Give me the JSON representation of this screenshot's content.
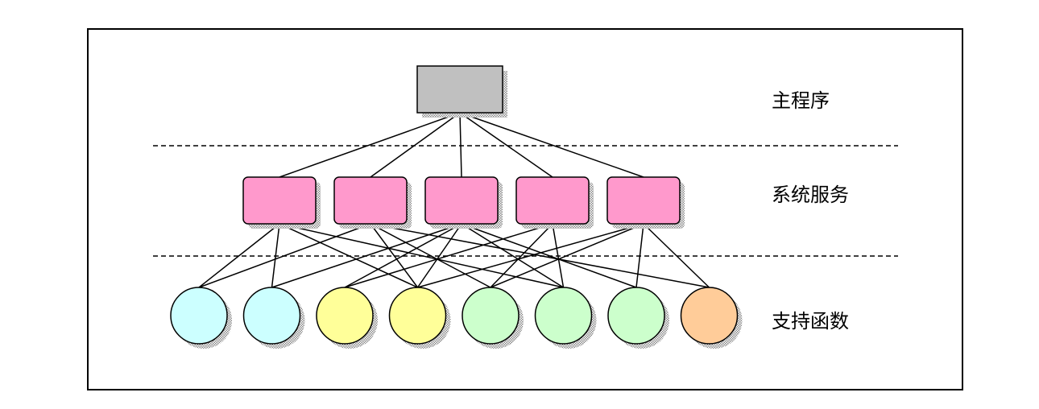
{
  "labels": {
    "main_program": "主程序",
    "system_services": "系统服务",
    "support_functions": "支持函数"
  },
  "colors": {
    "main_box": "#c0c0c0",
    "service_box": "#ff99cc",
    "support_cyan": "#ccffff",
    "support_yellow": "#ffff99",
    "support_green": "#ccffcc",
    "support_orange": "#ffcc99"
  },
  "support_functions": [
    {
      "color": "support_cyan"
    },
    {
      "color": "support_cyan"
    },
    {
      "color": "support_yellow"
    },
    {
      "color": "support_yellow"
    },
    {
      "color": "support_green"
    },
    {
      "color": "support_green"
    },
    {
      "color": "support_green"
    },
    {
      "color": "support_orange"
    }
  ],
  "service_count": 5,
  "service_to_support_links": [
    [
      0,
      1,
      3,
      5
    ],
    [
      0,
      3,
      4,
      7
    ],
    [
      1,
      2,
      3,
      5,
      6
    ],
    [
      2,
      4,
      5
    ],
    [
      3,
      4,
      6,
      7
    ]
  ]
}
